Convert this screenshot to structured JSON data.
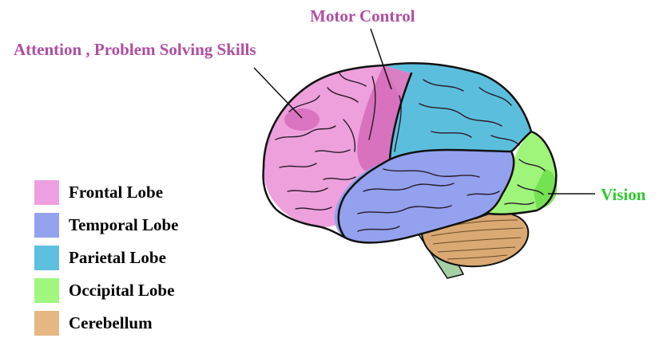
{
  "labels": {
    "attention": "Attention , Problem Solving Skills",
    "motor": "Motor Control",
    "vision": "Vision"
  },
  "legend": [
    {
      "label": "Frontal Lobe",
      "color": "#ee9fdf"
    },
    {
      "label": "Temporal Lobe",
      "color": "#94a3ee"
    },
    {
      "label": "Parietal Lobe",
      "color": "#5ebfdf"
    },
    {
      "label": "Occipital Lobe",
      "color": "#9ff780"
    },
    {
      "label": "Cerebellum",
      "color": "#e4b783"
    }
  ],
  "colors": {
    "annotation_purple": "#b04ea2",
    "annotation_green": "#2ec92e",
    "frontal": "#eda0dc",
    "motor_strip": "#d468b9",
    "temporal": "#93a1ee",
    "parietal": "#5cbedd",
    "occipital": "#9ef57a",
    "cerebellum": "#d9a873",
    "brainstem": "#a5cfa5",
    "outline": "#111111"
  }
}
